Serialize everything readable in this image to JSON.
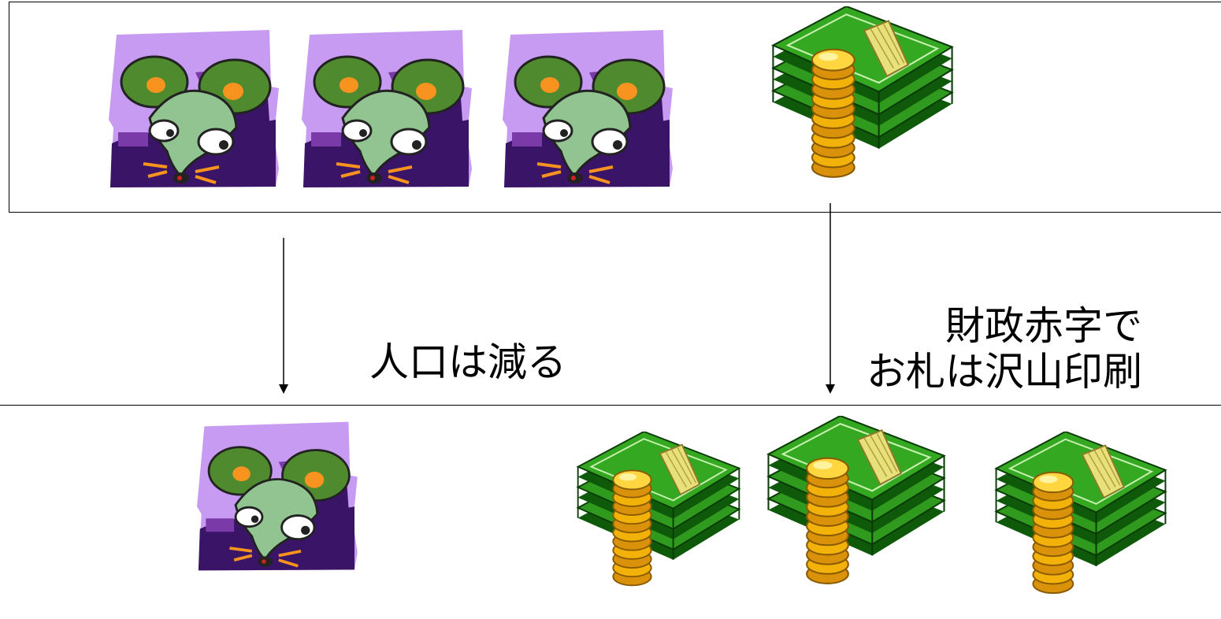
{
  "labels": {
    "population": "人口は減る",
    "money_line1": "財政赤字で",
    "money_line2": "お札は沢山印刷"
  },
  "colors": {
    "mouse_bg_light": "#c89bf2",
    "mouse_bg_dark": "#3a1466",
    "mouse_body": "#92c492",
    "mouse_ear": "#4f8a2e",
    "mouse_ear_inner": "#f7931e",
    "bill_green": "#2f9a1e",
    "bill_dark": "#0f5a0a",
    "coin_gold": "#f2b20a",
    "band": "#e8e07a"
  },
  "icons": {
    "mouse": "mouse-icon",
    "money": "money-stack-icon",
    "arrow": "arrow-down-icon"
  }
}
